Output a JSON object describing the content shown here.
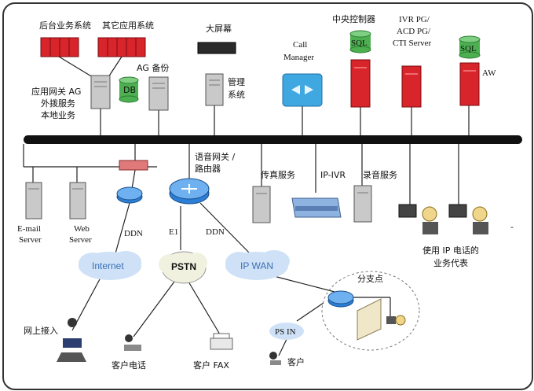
{
  "colors": {
    "bus": "#111111",
    "server_red": "#d8242b",
    "server_grey": "#c9c9c9",
    "cloud_fill": "#cfe1f6",
    "cloud_text": "#3a6fb5",
    "sql_green": "#2e8b57",
    "router_blue": "#3b7fd4",
    "pstn_fill": "#f1f1df",
    "psin_text": "#c0392b"
  },
  "labels": {
    "backend_systems": "后台业务系统",
    "other_apps": "其它应用系统",
    "big_screen": "大屏幕",
    "central_ctrl": "中央控制器",
    "ivr_pg_1": "IVR PG/",
    "ivr_pg_2": "ACD PG/",
    "ivr_pg_3": "CTI Server",
    "call_manager_1": "Call",
    "call_manager_2": "Manager",
    "ag_backup": "AG 备份",
    "db": "DB",
    "app_gateway_1": "应用网关 AG",
    "app_gateway_2": "外拨服务",
    "app_gateway_3": "本地业务",
    "mgmt_1": "管理",
    "mgmt_2": "系统",
    "sql_1": "SQL",
    "sql_2": "SQL",
    "aw": "AW",
    "voice_gw_1": "语音网关 /",
    "voice_gw_2": "路由器",
    "fax_service": "传真服务",
    "ip_ivr": "IP-IVR",
    "record_service": "录音服务",
    "email_server_1": "E-mail",
    "email_server_2": "Server",
    "web_server_1": "Web",
    "web_server_2": "Server",
    "ddn_1": "DDN",
    "e1": "E1",
    "ddn_2": "DDN",
    "internet": "Internet",
    "pstn": "PSTN",
    "ip_wan": "IP WAN",
    "ip_phone_agents_1": "使用 IP 电话的",
    "ip_phone_agents_2": "业务代表",
    "branch": "分支点",
    "online_access": "网上接入",
    "customer_phone": "客户电话",
    "customer_fax": "客户 FAX",
    "customer": "客户",
    "ps_in": "PS IN",
    "dash": "-"
  }
}
